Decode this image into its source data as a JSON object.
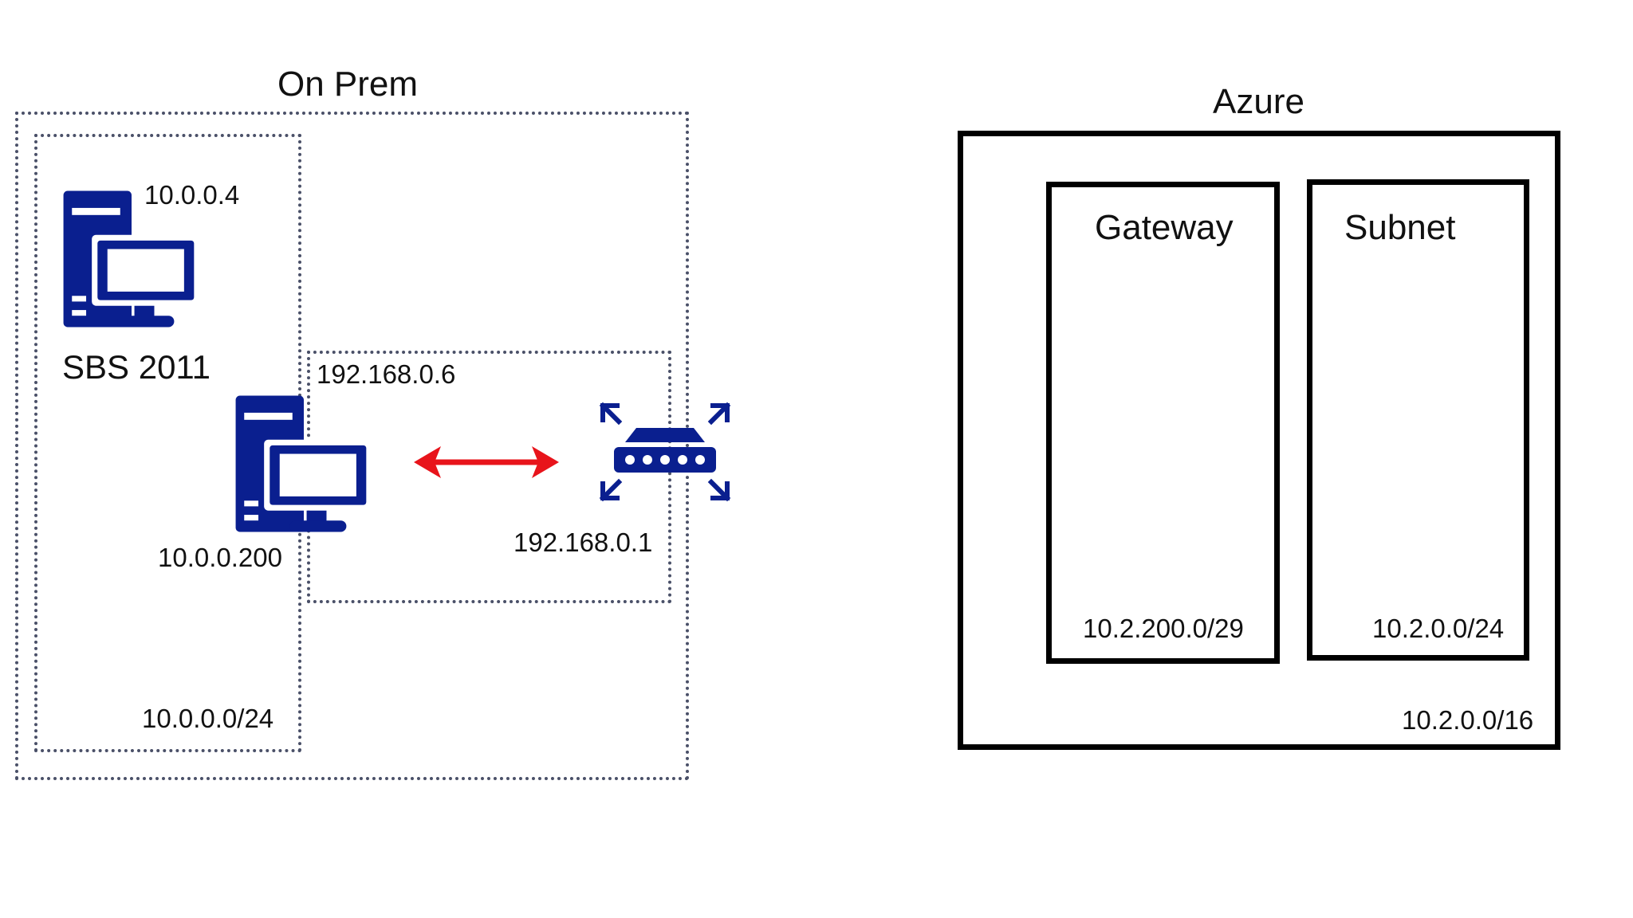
{
  "on_prem": {
    "title": "On Prem",
    "server_primary": {
      "ip": "10.0.0.4",
      "name": "SBS 2011"
    },
    "server_secondary": {
      "ip": "10.0.0.200"
    },
    "wan_ip": "192.168.0.6",
    "router_ip": "192.168.0.1",
    "lan_subnet": "10.0.0.0/24"
  },
  "azure": {
    "title": "Azure",
    "gateway": {
      "title": "Gateway",
      "cidr": "10.2.200.0/29"
    },
    "subnet": {
      "title": "Subnet",
      "cidr": "10.2.0.0/24"
    },
    "vnet_cidr": "10.2.0.0/16"
  },
  "colors": {
    "icon": "#0a1f8f",
    "arrow": "#e8141b",
    "dotted_border": "#4a5068",
    "solid_border": "#000000"
  },
  "icons": [
    "server-computer-icon",
    "router-icon",
    "bidirectional-arrow-icon"
  ]
}
